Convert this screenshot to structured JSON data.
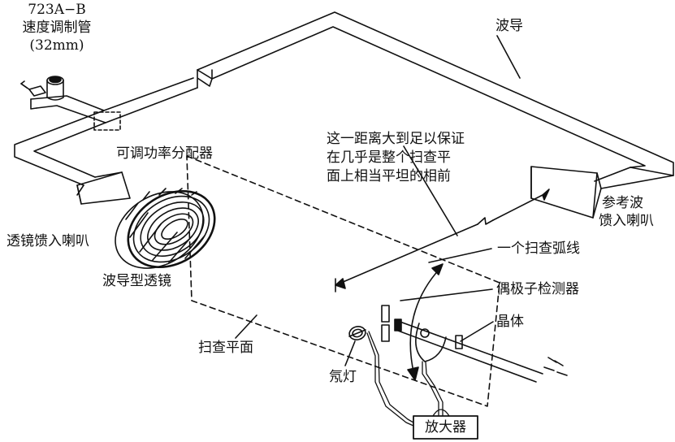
{
  "labels": {
    "klystron_line1": "723A−B",
    "klystron_line2": "速度调制管",
    "klystron_line3": "(32mm)",
    "waveguide": "波导",
    "distance_line1": "这一距离大到足以保证",
    "distance_line2": "在几乎是整个扫查平",
    "distance_line3": "面上相当平坦的相前",
    "divider": "可调功率分配器",
    "ref_horn_line1": "参考波",
    "ref_horn_line2": "馈入喇叭",
    "lens_horn": "透镜馈入喇叭",
    "scan_arc": "一个扫查弧线",
    "lens": "波导型透镜",
    "dipole": "偶极子检测器",
    "crystal": "晶体",
    "scan_plane": "扫查平面",
    "neon_lamp": "氖灯",
    "amplifier": "放大器"
  },
  "colors": {
    "ink": "#111111",
    "paper": "#ffffff"
  }
}
